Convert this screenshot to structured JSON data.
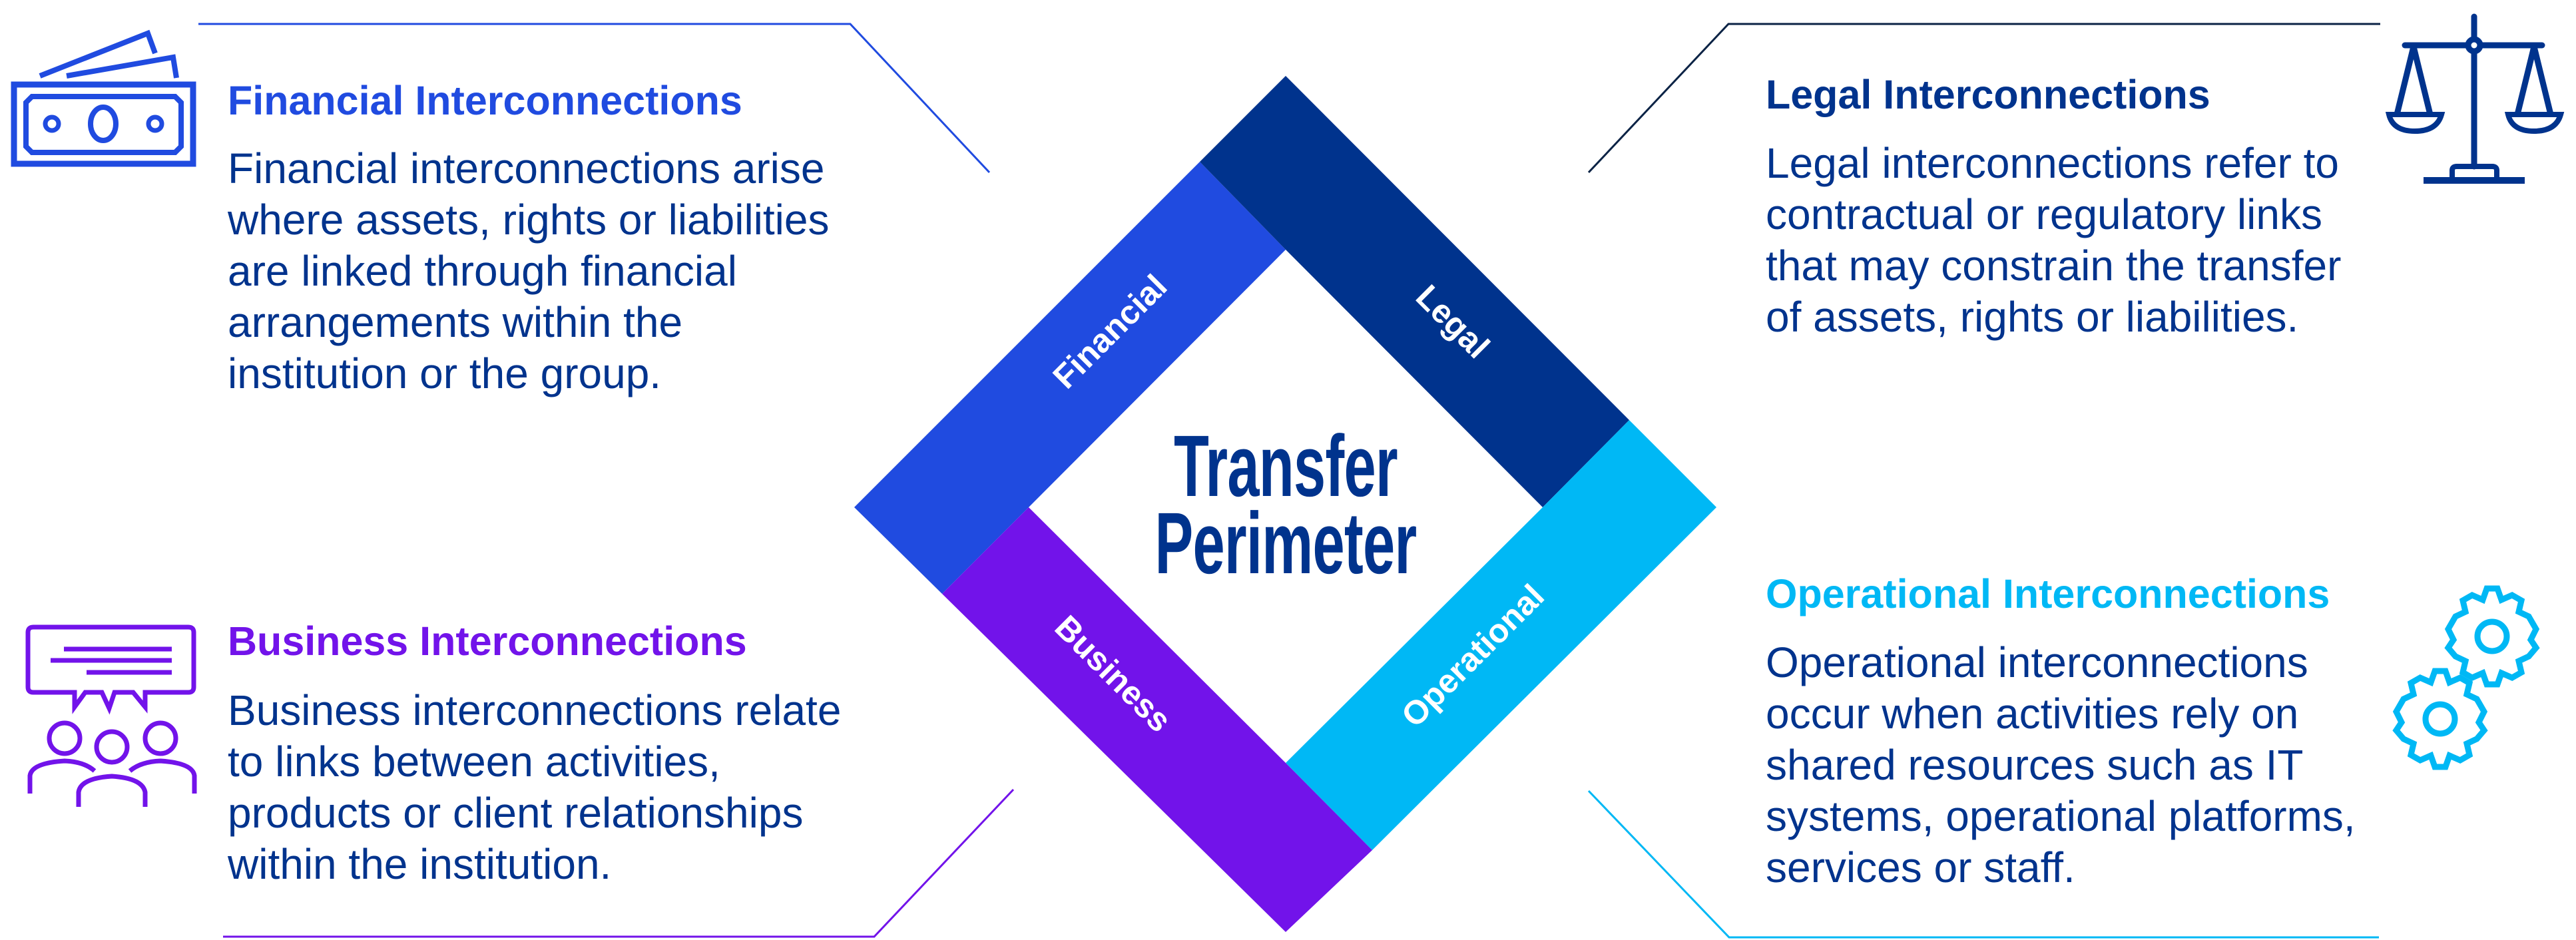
{
  "center": {
    "title_line1": "Transfer",
    "title_line2": "Perimeter"
  },
  "colors": {
    "financial": "#204BE0",
    "legal": "#00338D",
    "operational": "#00B8F5",
    "business": "#7213EA",
    "body_text": "#00338D"
  },
  "bands": {
    "financial": "Financial",
    "legal": "Legal",
    "operational": "Operational",
    "business": "Business"
  },
  "sections": {
    "financial": {
      "icon": "money-bills-icon",
      "title": "Financial Interconnections",
      "lines": [
        "Financial interconnections arise",
        "where assets, rights or liabilities",
        "are linked through financial",
        "arrangements within the",
        "institution or the group."
      ]
    },
    "legal": {
      "icon": "scales-of-justice-icon",
      "title": "Legal Interconnections",
      "lines": [
        "Legal interconnections refer to",
        "contractual or regulatory links",
        "that may constrain the transfer",
        "of assets, rights or liabilities."
      ]
    },
    "business": {
      "icon": "people-discussion-icon",
      "title": "Business Interconnections",
      "lines": [
        "Business interconnections relate",
        "to links between activities,",
        "products or client relationships",
        "within the institution."
      ]
    },
    "operational": {
      "icon": "gears-icon",
      "title": "Operational Interconnections",
      "lines": [
        "Operational interconnections",
        "occur when activities rely on",
        "shared resources such as IT",
        "systems, operational platforms,",
        "services or staff."
      ]
    }
  }
}
